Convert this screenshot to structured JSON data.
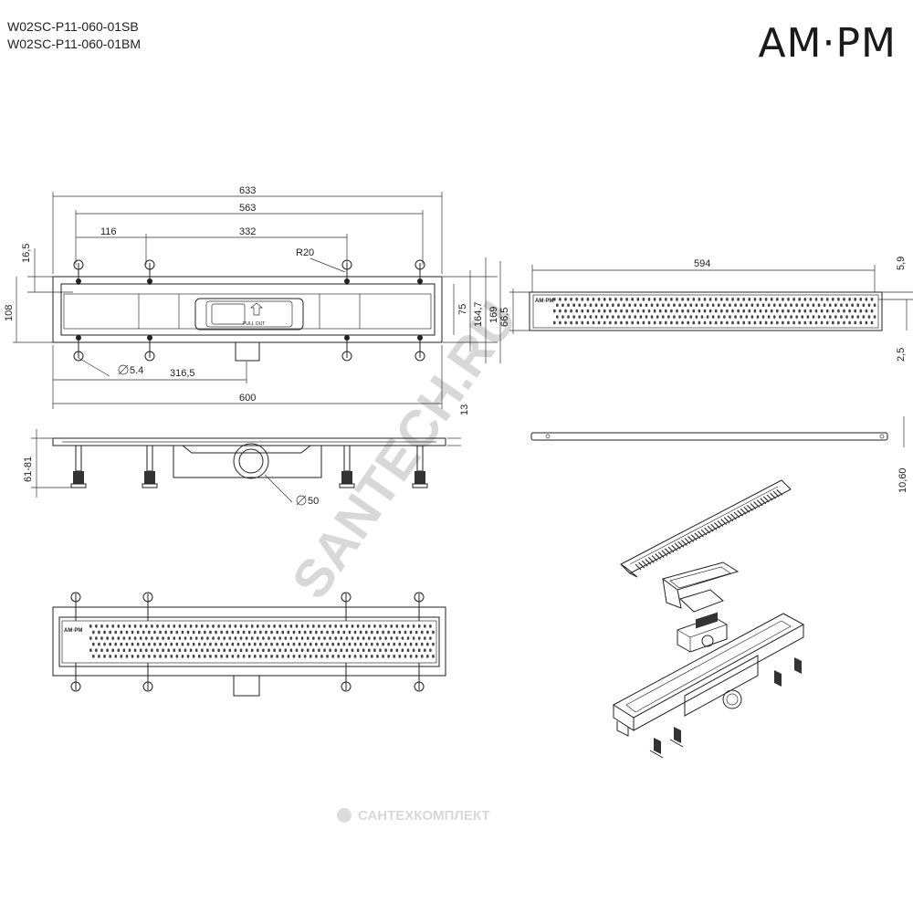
{
  "header": {
    "model_codes": [
      "W02SC-P11-060-01SB",
      "W02SC-P11-060-01BM"
    ],
    "brand_logo": "AM·PM"
  },
  "top_view": {
    "dims": {
      "overall_length": "633",
      "inner_length": "563",
      "left_offset": "116",
      "leg_spacing": "332",
      "radius": "R20",
      "flange_height": "16,5",
      "overall_width": "108",
      "channel_width": "75",
      "grate_width": "164,7",
      "total_width": "169",
      "hole_diameter": "5.4",
      "outlet_offset": "316,5",
      "body_length": "600"
    },
    "label_text": "PULL OUT"
  },
  "side_view": {
    "dims": {
      "flange_thickness": "13",
      "leg_height": "61-81",
      "outlet_diameter": "50"
    }
  },
  "grate_view": {
    "dims": {
      "grate_length": "594",
      "grate_width": "66,5",
      "edge": "5,9",
      "thickness": "2,5",
      "profile_height": "10,60"
    }
  },
  "watermarks": {
    "diagonal": "SANTECH.RU",
    "bottom": "САНТЕХКОМПЛЕКТ"
  }
}
